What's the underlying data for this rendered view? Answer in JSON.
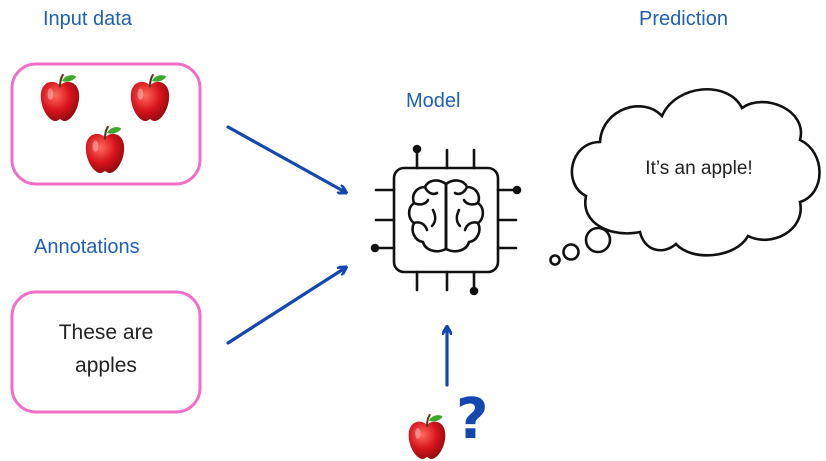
{
  "labels": {
    "input_data": "Input data",
    "annotations": "Annotations",
    "model": "Model",
    "prediction": "Prediction"
  },
  "annotation_box": {
    "line1": "These are",
    "line2": "apples"
  },
  "prediction_cloud": {
    "text": "It’s an apple!"
  },
  "query": {
    "symbol": "?"
  },
  "colors": {
    "label_blue": "#1f5fb5",
    "arrow_blue": "#1448b0",
    "box_pink": "#f06ec8",
    "apple_red": "#d8141c",
    "leaf_green": "#3ea82a",
    "question_blue": "#1448b0"
  },
  "icons": [
    "apple-icon",
    "chip-brain-icon",
    "arrow-icon",
    "thought-cloud-icon",
    "question-mark-icon"
  ]
}
